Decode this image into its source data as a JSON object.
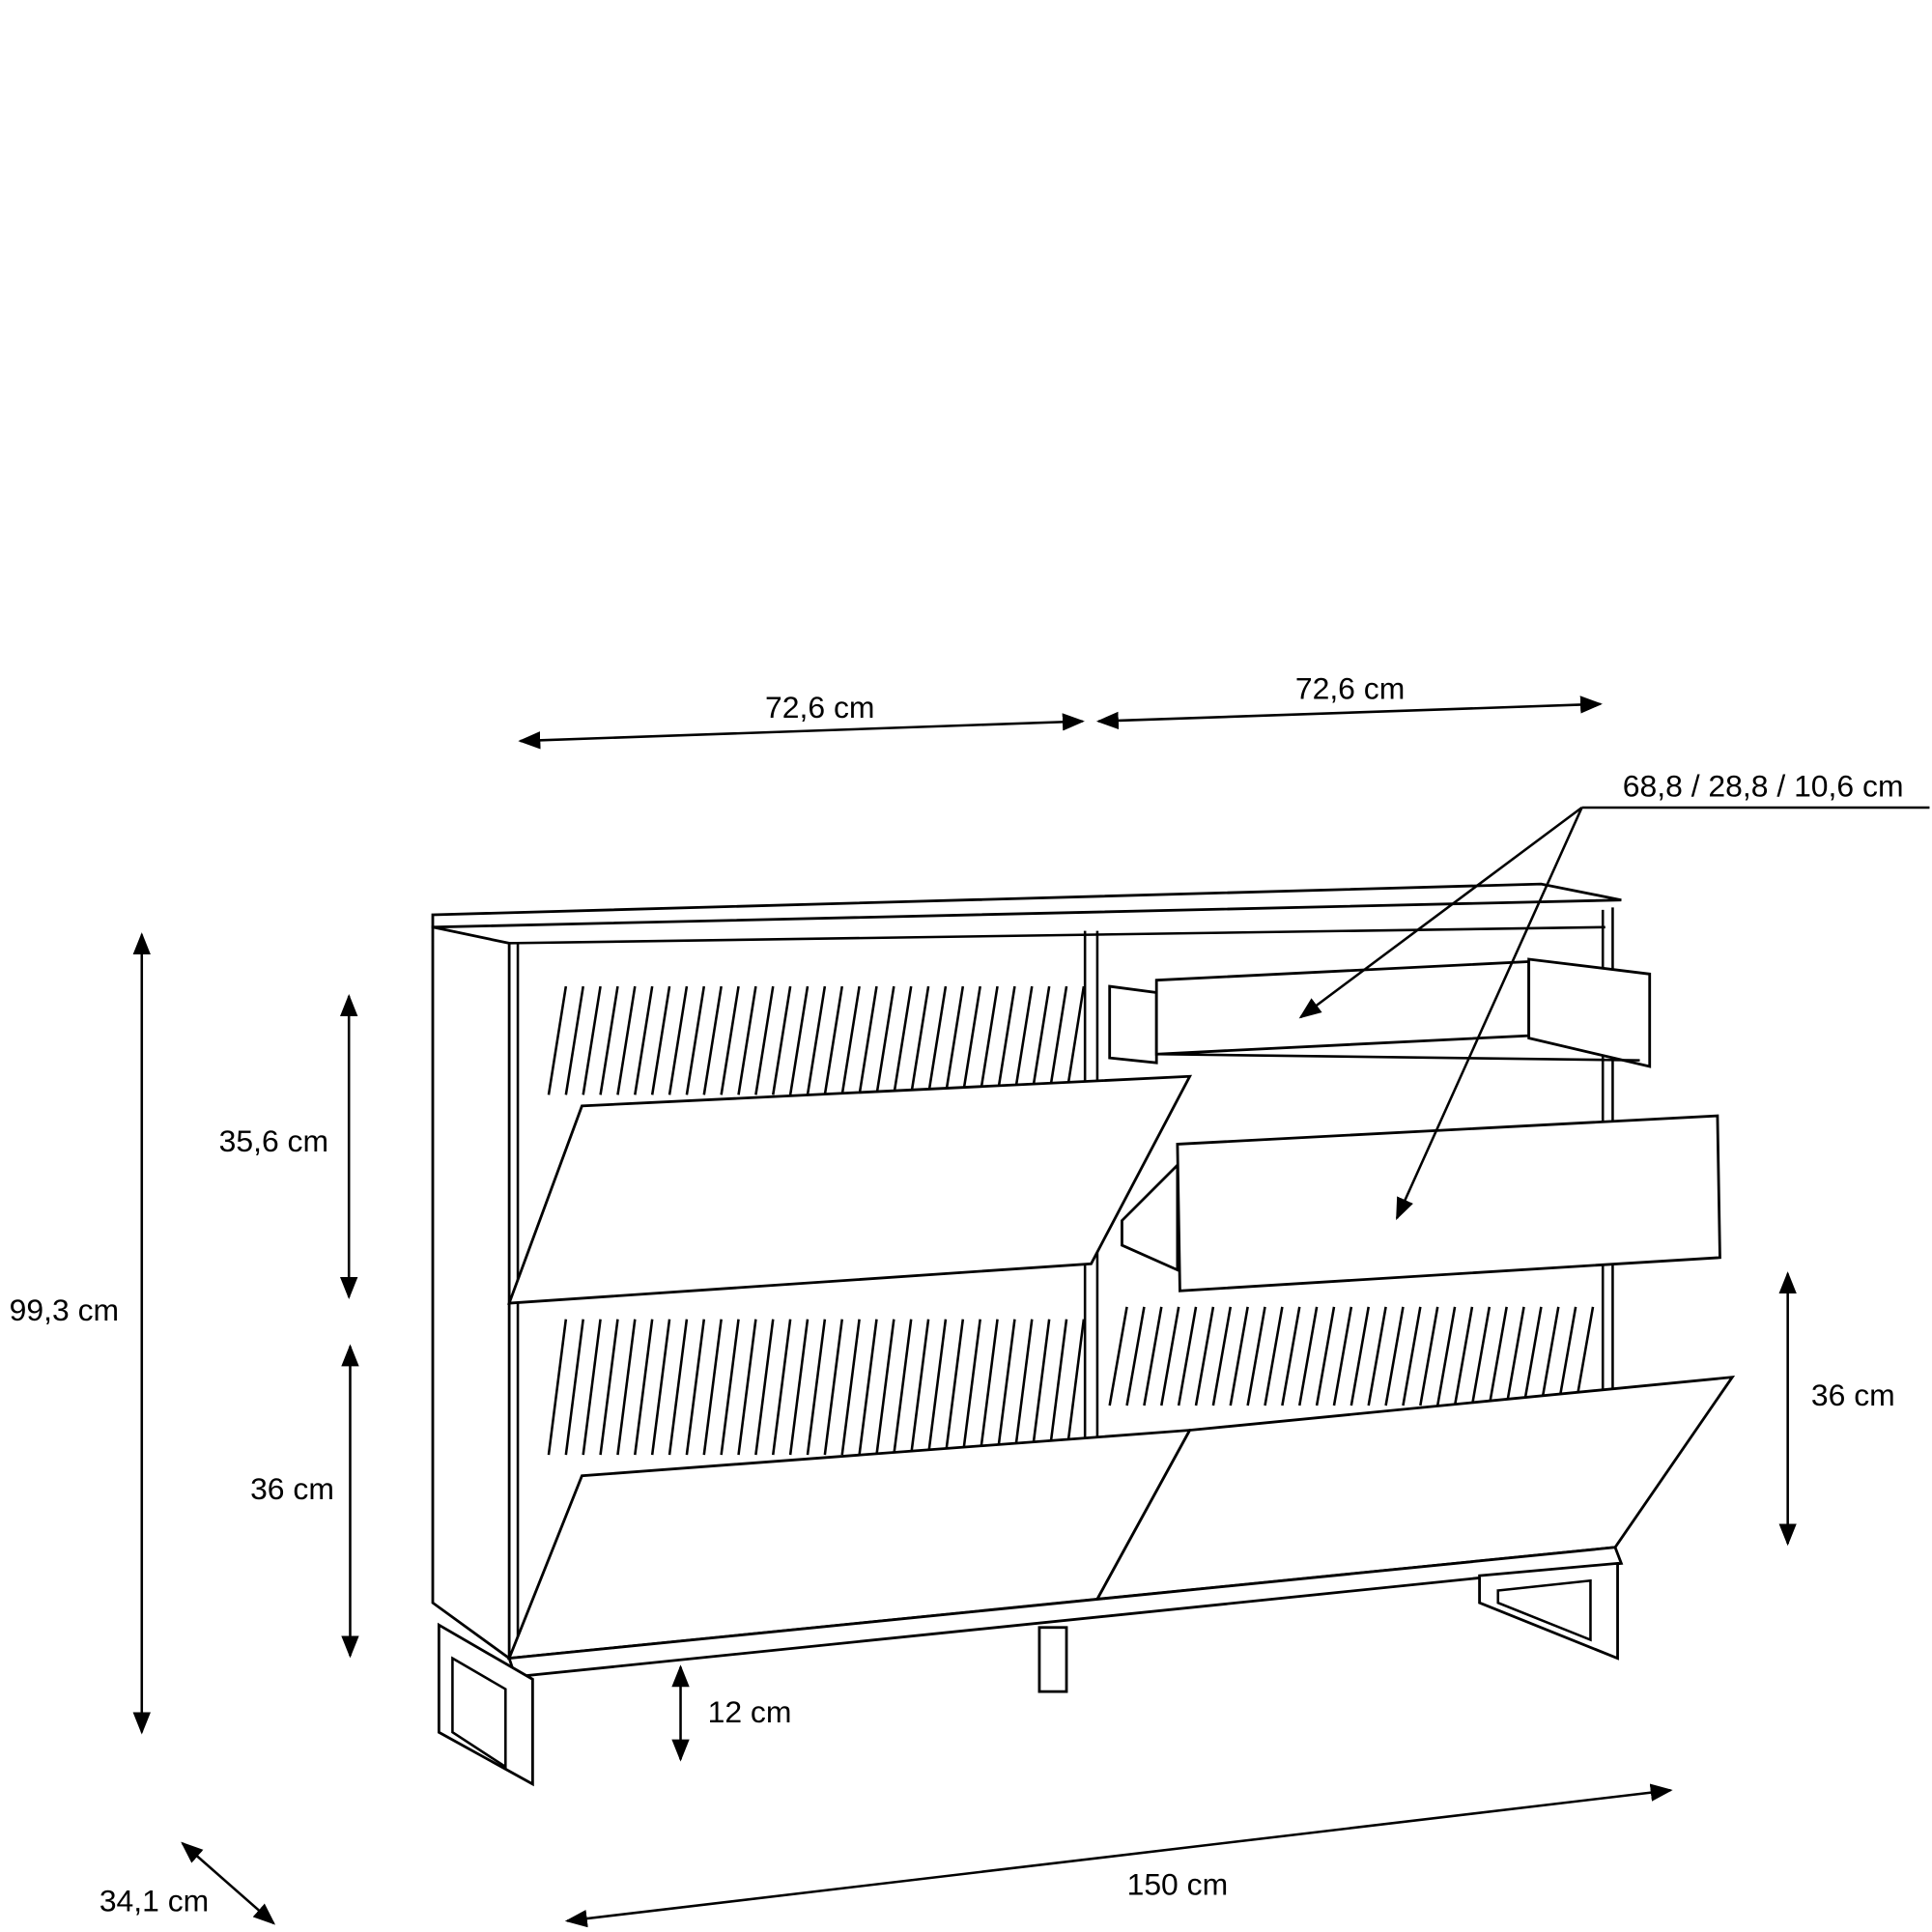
{
  "dimensions": {
    "left_compartment_width": "72,6 cm",
    "right_compartment_width": "72,6 cm",
    "drawer_size": "68,8 / 28,8 / 10,6 cm",
    "total_height": "99,3 cm",
    "upper_flap_height": "35,6 cm",
    "lower_flap_height_left": "36 cm",
    "lower_flap_height_right": "36 cm",
    "leg_height": "12 cm",
    "total_width": "150 cm",
    "depth": "34,1 cm"
  },
  "colors": {
    "line": "#000000",
    "background": "#ffffff"
  }
}
